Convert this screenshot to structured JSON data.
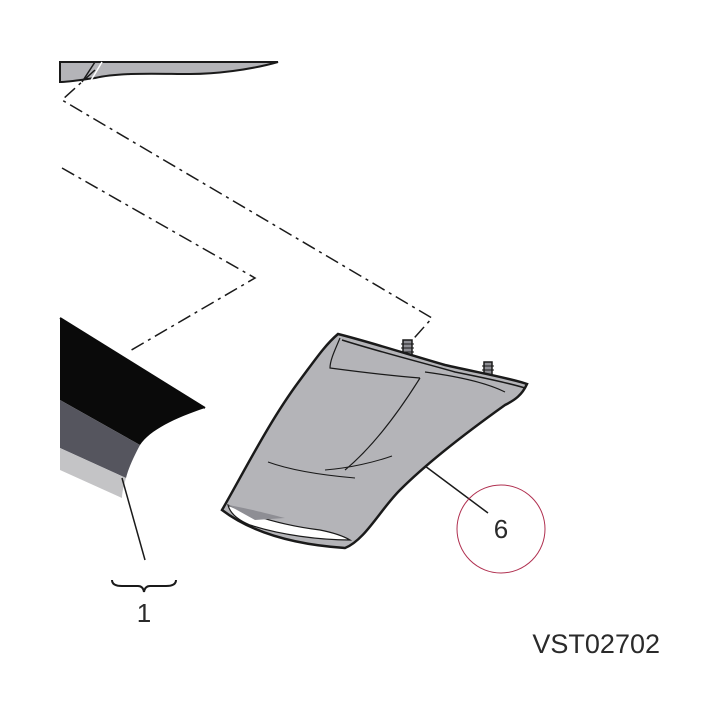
{
  "callouts": [
    {
      "number": "1",
      "part": "bumper-cover-assembly"
    },
    {
      "number": "6",
      "part": "trim-panel"
    }
  ],
  "highlight_color": "#b03050",
  "reference_code": "VST02702",
  "colors": {
    "line": "#1a1a1a",
    "part_fill": "#b4b4b8",
    "part_shadow": "#8e8e94",
    "bumper_dark": "#0a0a0a",
    "bumper_mid": "#55555e",
    "bumper_light": "#c4c4c6"
  }
}
